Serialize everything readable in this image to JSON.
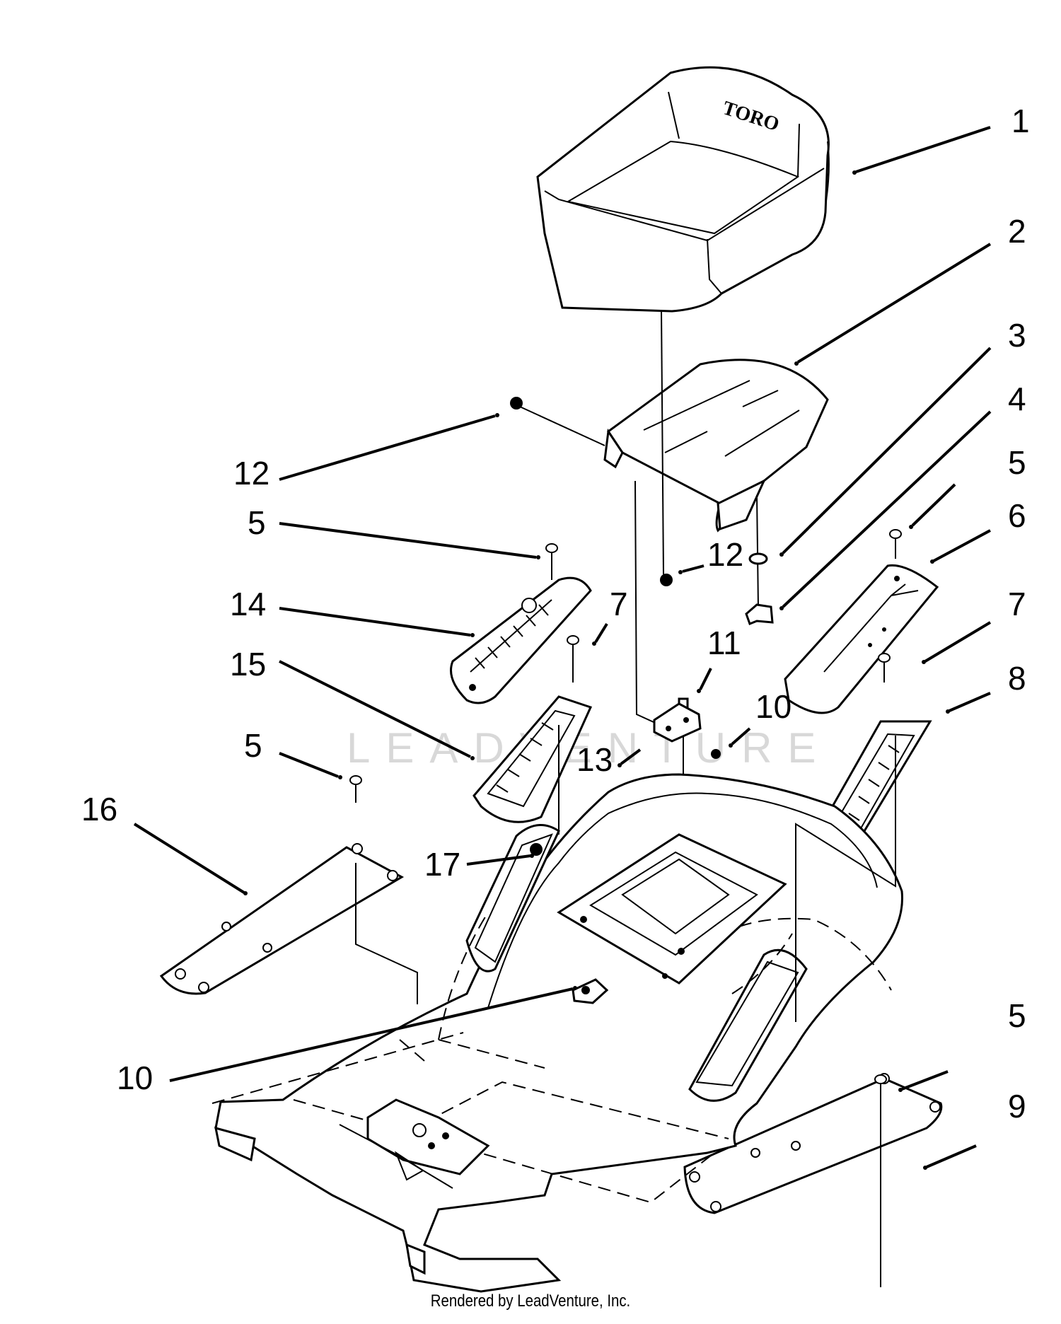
{
  "seat_logo": "TORO",
  "watermark": "LEADVENTURE",
  "footer": "Rendered by LeadVenture, Inc.",
  "callouts": {
    "c1": "1",
    "c2": "2",
    "c3": "3",
    "c4": "4",
    "c5a": "5",
    "c6": "6",
    "c7a": "7",
    "c8": "8",
    "c5b": "5",
    "c9": "9",
    "c12a": "12",
    "c5c": "5",
    "c14": "14",
    "c7b": "7",
    "c12b": "12",
    "c11": "11",
    "c15": "15",
    "c10a": "10",
    "c5d": "5",
    "c13": "13",
    "c16": "16",
    "c17": "17",
    "c10b": "10"
  }
}
